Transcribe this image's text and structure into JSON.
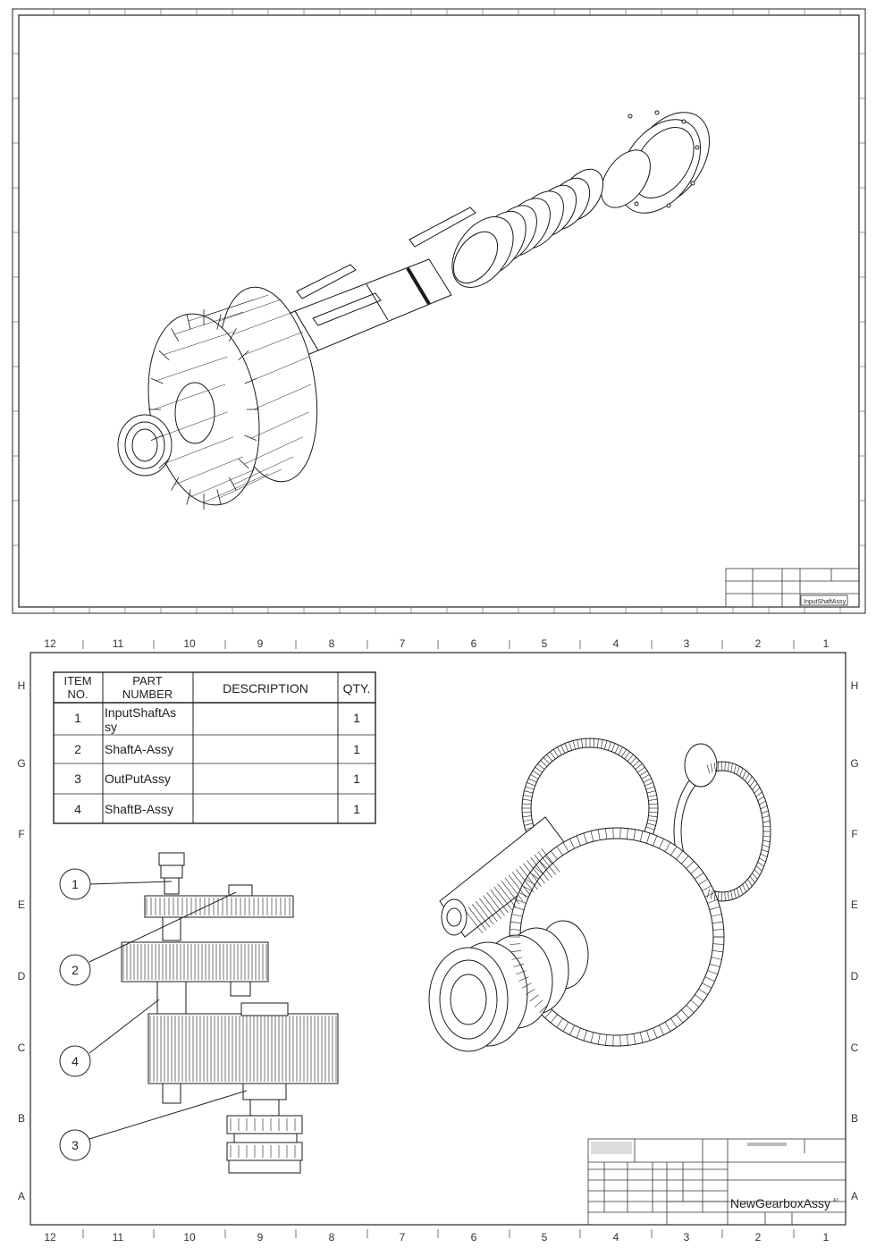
{
  "sheet1": {
    "title_block": {
      "drawing_name": "InputShaftAssy"
    }
  },
  "sheet2": {
    "zone_columns": [
      "12",
      "11",
      "10",
      "9",
      "8",
      "7",
      "6",
      "5",
      "4",
      "3",
      "2",
      "1"
    ],
    "zone_rows": [
      "H",
      "G",
      "F",
      "E",
      "D",
      "C",
      "B",
      "A"
    ],
    "bom": {
      "headers": {
        "item_line1": "ITEM",
        "item_line2": "NO.",
        "part_line1": "PART",
        "part_line2": "NUMBER",
        "description": "DESCRIPTION",
        "qty": "QTY."
      },
      "rows": [
        {
          "item": "1",
          "part_line1": "InputShaftAs",
          "part_line2": "sy",
          "description": "",
          "qty": "1"
        },
        {
          "item": "2",
          "part_line1": "ShaftA-Assy",
          "part_line2": "",
          "description": "",
          "qty": "1"
        },
        {
          "item": "3",
          "part_line1": "OutPutAssy",
          "part_line2": "",
          "description": "",
          "qty": "1"
        },
        {
          "item": "4",
          "part_line1": "ShaftB-Assy",
          "part_line2": "",
          "description": "",
          "qty": "1"
        }
      ]
    },
    "balloons": [
      "1",
      "2",
      "4",
      "3"
    ],
    "title_block": {
      "drawing_name": "NewGearboxAssy",
      "sheet_size": "A3"
    }
  }
}
